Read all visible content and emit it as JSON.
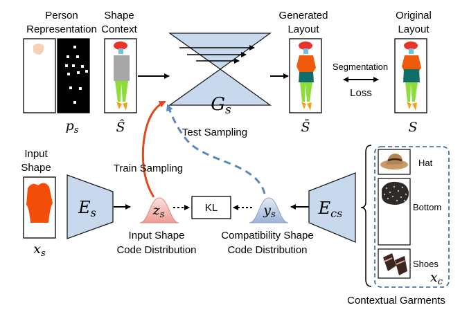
{
  "labels": {
    "person_rep_1": "Person",
    "person_rep_2": "Representation",
    "shape_context_1": "Shape",
    "shape_context_2": "Context",
    "generated_1": "Generated",
    "generated_2": "Layout",
    "original_1": "Original",
    "original_2": "Layout",
    "segmentation": "Segmentation",
    "loss": "Loss",
    "input_shape_1": "Input",
    "input_shape_2": "Shape",
    "test_sampling": "Test Sampling",
    "train_sampling": "Train Sampling",
    "kl": "KL",
    "input_code_1": "Input Shape",
    "input_code_2": "Code Distribution",
    "compat_code_1": "Compatibility Shape",
    "compat_code_2": "Code Distribution",
    "hat": "Hat",
    "bottom": "Bottom",
    "shoes": "Shoes",
    "contextual": "Contextual Garments"
  },
  "math": {
    "p_base": "p",
    "p_sub": "s",
    "s_hat": "Ŝ",
    "s_bar": "S̄",
    "s": "S",
    "g_base": "G",
    "g_sub": "s",
    "x_base": "x",
    "x_sub": "s",
    "e_base": "E",
    "e_sub": "s",
    "z_base": "z",
    "z_sub": "s",
    "y_base": "y",
    "y_sub": "s",
    "ecs_base": "E",
    "ecs_sub": "cs",
    "xc_base": "x",
    "xc_sub": "c"
  },
  "colors": {
    "network_fill": "#c8d9ee",
    "network_stroke": "#1a1a1a",
    "train_arrow": "#e0481d",
    "test_arrow": "#5b86bd",
    "z_dist": "#f2b6b0",
    "y_dist": "#b9c9e2",
    "dashed_box": "#2f5f9a",
    "shape_orange": "#f24e0a",
    "hat_red": "#e8322a",
    "top_orange": "#ef5a0c",
    "bottom_teal": "#0f6e6a",
    "legs_green": "#8edb3c",
    "feet_orange": "#f0a31c",
    "face_cyan": "#6fc2de"
  }
}
